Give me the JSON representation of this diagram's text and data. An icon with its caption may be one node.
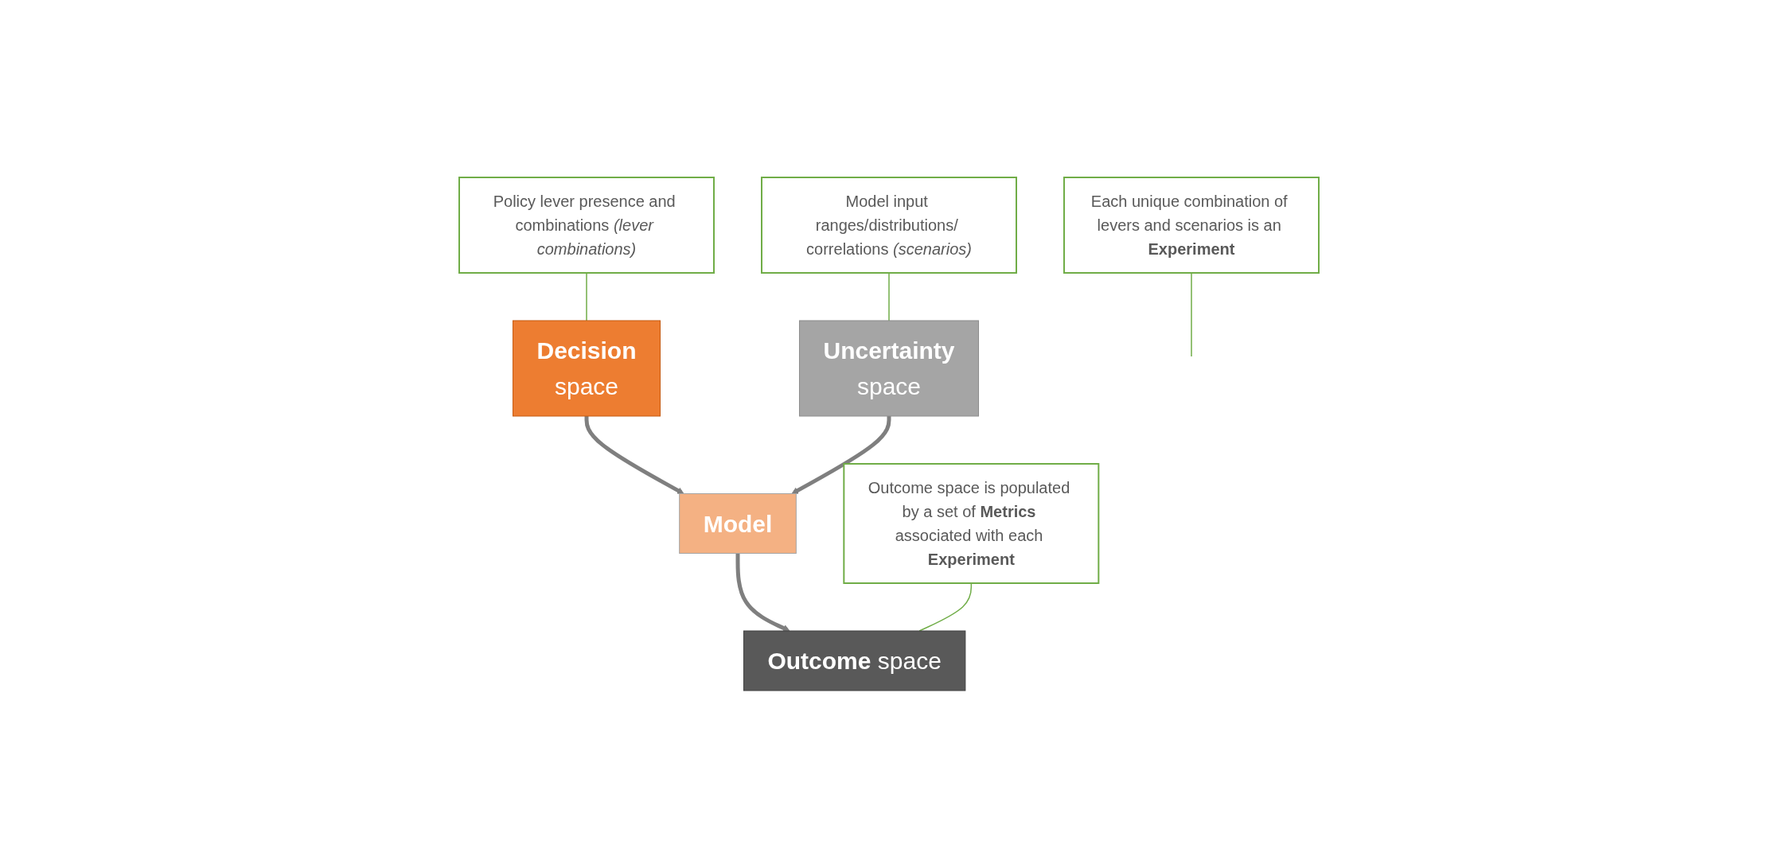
{
  "diagram": {
    "nodes": [
      {
        "text": [
          "Policy lever presence and combinations *(lever combinations)*"
        ]
      },
      {
        "text": [
          "Decision",
          "space"
        ]
      },
      {
        "text": [
          "Uncertainty",
          "space"
        ]
      },
      {
        "text": [
          "Model input ranges/distributions/ correlations *(scenarios)*"
        ]
      },
      {
        "text": [
          "Model"
        ]
      },
      {
        "text": [
          "Each unique combination of levers and scenarios is an **Experiment**"
        ]
      },
      {
        "text": [
          "**Outcome** space"
        ]
      },
      {
        "text": [
          "Outcome space is populated by a set of **Metrics** associated with each **Experiment**"
        ]
      }
    ],
    "edges": [
      {
        "from": 0,
        "to": 1,
        "arrow": "none"
      },
      {
        "from": 3,
        "to": 2,
        "arrow": "none"
      },
      {
        "from": 1,
        "to": 4,
        "arrow": "to",
        "style": "thick",
        "color": "#7f7f7f"
      },
      {
        "from": 2,
        "to": 4,
        "arrow": "to",
        "style": "thick",
        "color": "#7f7f7f"
      },
      {
        "from": 5,
        "to": null,
        "arrow": "none"
      },
      {
        "from": 4,
        "to": 6,
        "arrow": "to",
        "style": "thick",
        "color": "#7f7f7f"
      },
      {
        "from": 7,
        "to": 6,
        "arrow": "none"
      }
    ]
  }
}
